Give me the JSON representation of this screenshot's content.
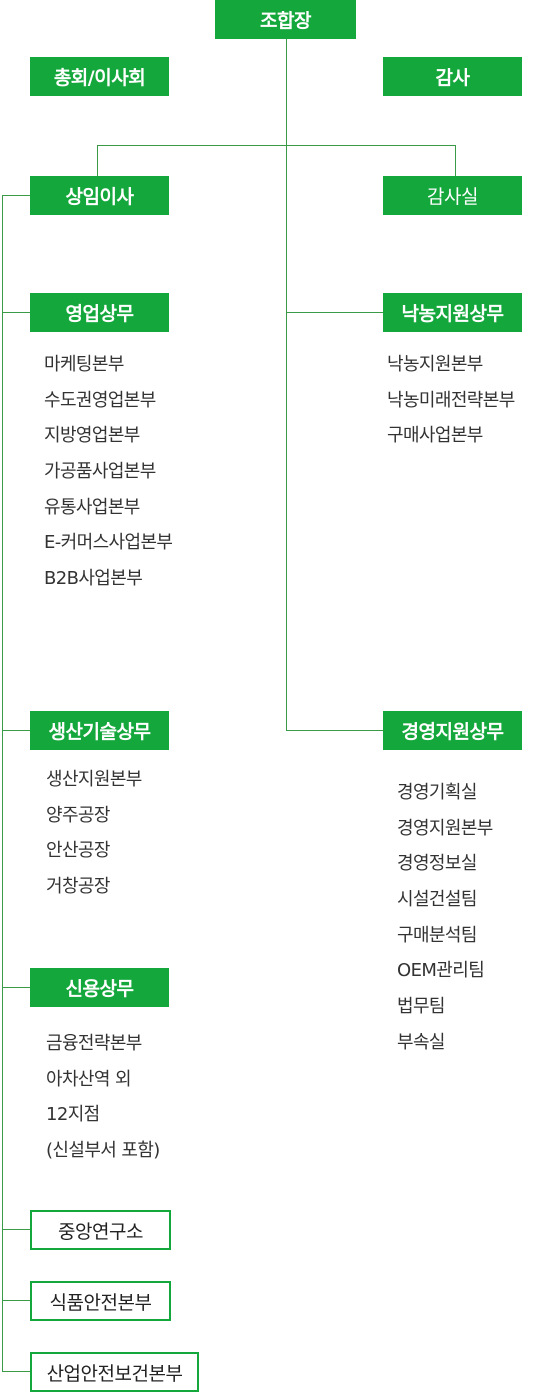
{
  "boxes": {
    "chairman": "조합장",
    "board": "총회/이사회",
    "audit": "감사",
    "executive_director": "상임이사",
    "audit_office": "감사실",
    "sales": "영업상무",
    "dairy_support": "낙농지원상무",
    "production": "생산기술상무",
    "management_support": "경영지원상무",
    "credit": "신용상무",
    "central_research": "중앙연구소",
    "food_safety": "식품안전본부",
    "industrial_safety": "산업안전보건본부"
  },
  "lists": {
    "sales": [
      "마케팅본부",
      "수도권영업본부",
      "지방영업본부",
      "가공품사업본부",
      "유통사업본부",
      "E-커머스사업본부",
      "B2B사업본부"
    ],
    "dairy_support": [
      "낙농지원본부",
      "낙농미래전략본부",
      "구매사업본부"
    ],
    "production": [
      "생산지원본부",
      "양주공장",
      "안산공장",
      "거창공장"
    ],
    "management_support": [
      "경영기획실",
      "경영지원본부",
      "경영정보실",
      "시설건설팀",
      "구매분석팀",
      "OEM관리팀",
      "법무팀",
      "부속실"
    ],
    "credit": [
      "금융전략본부",
      "아차산역 외",
      "12지점",
      "(신설부서 포함)"
    ]
  },
  "colors": {
    "accent": "#14a73c",
    "line": "#3a9a46",
    "text": "#333333"
  }
}
